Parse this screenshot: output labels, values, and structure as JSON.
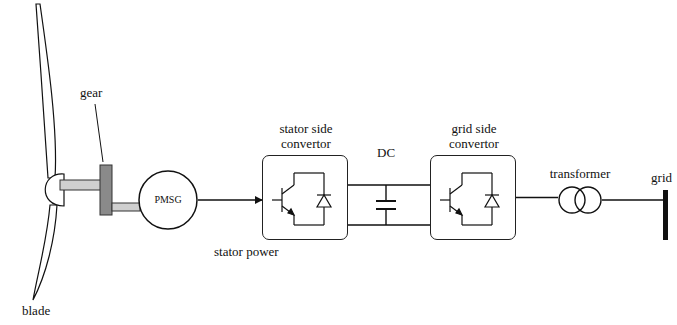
{
  "diagram": {
    "nodes": [
      {
        "text": [
          "PMSG"
        ]
      },
      {
        "text": [
          "stator side convertor"
        ]
      },
      {
        "text": [
          "grid side convertor"
        ]
      },
      {
        "text": [
          "transformer"
        ]
      },
      {
        "text": [
          "grid"
        ]
      }
    ],
    "edges": [
      {
        "from": 0,
        "to": 1,
        "arrow": "to"
      },
      {
        "from": 1,
        "to": 2,
        "arrow": "none"
      },
      {
        "from": 2,
        "to": 3,
        "arrow": "none"
      },
      {
        "from": 3,
        "to": 4,
        "arrow": "none"
      }
    ],
    "labels": [
      "gear",
      "blade",
      "stator power",
      "DC"
    ]
  }
}
